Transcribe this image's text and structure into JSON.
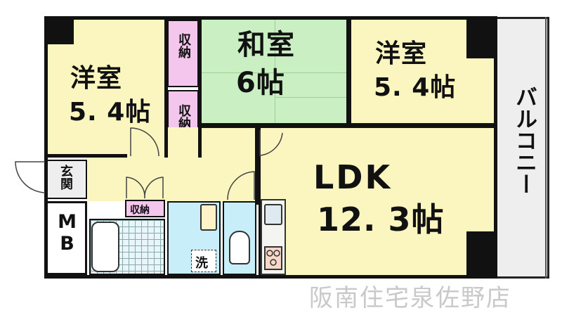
{
  "rooms": {
    "western_left": {
      "name": "洋室",
      "size": "5. 4帖"
    },
    "japanese": {
      "name": "和室",
      "size": "6帖"
    },
    "western_right": {
      "name": "洋室",
      "size": "5. 4帖"
    },
    "ldk": {
      "name": "LDK",
      "size": "12. 3帖"
    },
    "closet_top": "収納",
    "closet_mid": "収納",
    "closet_bath": "収納",
    "entrance": "玄関",
    "mb": "MB",
    "washer": "洗",
    "balcony": "バルコニー"
  },
  "watermark": "阪南住宅泉佐野店",
  "colors": {
    "room_yellow": "#fbf6c0",
    "tatami_green": "#c9efc3",
    "closet_pink": "#f4c6ee",
    "wet_area_blue": "#c8eef9",
    "balcony_gray": "#eeeeee",
    "wall": "#111111"
  }
}
